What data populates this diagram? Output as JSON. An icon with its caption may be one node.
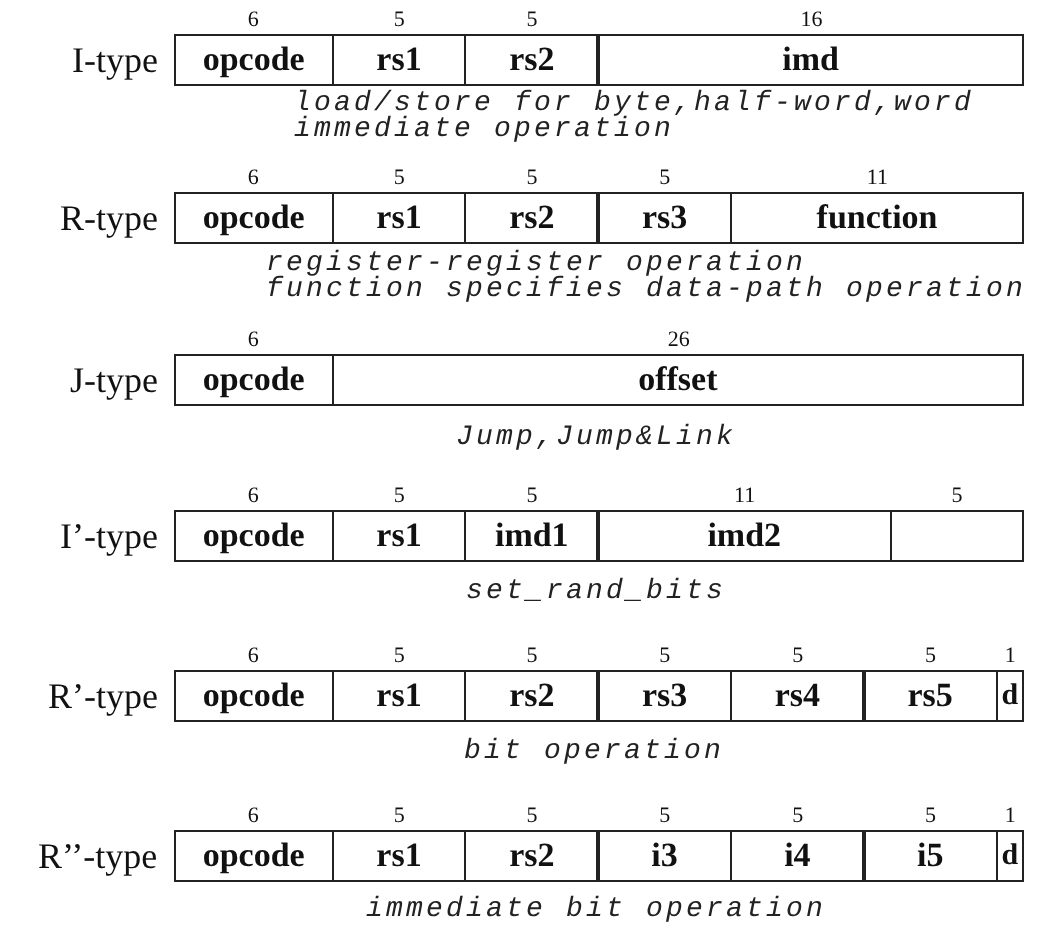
{
  "diagram": {
    "nodes": [
      {
        "text": [
          "opcode"
        ],
        "beside": [
          "6"
        ]
      },
      {
        "text": [
          "rs1"
        ],
        "beside": [
          "5"
        ]
      },
      {
        "text": [
          "rs2"
        ],
        "beside": [
          "5"
        ]
      },
      {
        "text": [
          "imd"
        ],
        "beside": [
          "16"
        ]
      },
      {
        "text": [
          "opcode"
        ],
        "beside": [
          "6"
        ]
      },
      {
        "text": [
          "rs1"
        ],
        "beside": [
          "5"
        ]
      },
      {
        "text": [
          "rs2"
        ],
        "beside": [
          "5"
        ]
      },
      {
        "text": [
          "rs3"
        ],
        "beside": [
          "5"
        ]
      },
      {
        "text": [
          "function"
        ],
        "beside": [
          "11"
        ]
      },
      {
        "text": [
          "opcode"
        ],
        "beside": [
          "6"
        ]
      },
      {
        "text": [
          "offset"
        ],
        "beside": [
          "26"
        ]
      },
      {
        "text": [
          "opcode"
        ],
        "beside": [
          "6"
        ]
      },
      {
        "text": [
          "rs1"
        ],
        "beside": [
          "5"
        ]
      },
      {
        "text": [
          "imd1"
        ],
        "beside": [
          "5"
        ]
      },
      {
        "text": [
          "imd2"
        ],
        "beside": [
          "11"
        ]
      },
      {
        "text": [],
        "shape": "box",
        "beside": [
          "5"
        ]
      },
      {
        "text": [
          "opcode"
        ],
        "beside": [
          "6"
        ]
      },
      {
        "text": [
          "rs1"
        ],
        "beside": [
          "5"
        ]
      },
      {
        "text": [
          "rs2"
        ],
        "beside": [
          "5"
        ]
      },
      {
        "text": [
          "rs3"
        ],
        "beside": [
          "5"
        ]
      },
      {
        "text": [
          "rs4"
        ],
        "beside": [
          "5"
        ]
      },
      {
        "text": [
          "rs5"
        ],
        "beside": [
          "5"
        ]
      },
      {
        "text": [
          "d"
        ],
        "beside": [
          "1"
        ]
      },
      {
        "text": [
          "opcode"
        ],
        "beside": [
          "6"
        ]
      },
      {
        "text": [
          "rs1"
        ],
        "beside": [
          "5"
        ]
      },
      {
        "text": [
          "rs2"
        ],
        "beside": [
          "5"
        ]
      },
      {
        "text": [
          "i3"
        ],
        "beside": [
          "5"
        ]
      },
      {
        "text": [
          "i4"
        ],
        "beside": [
          "5"
        ]
      },
      {
        "text": [
          "i5"
        ],
        "beside": [
          "5"
        ]
      },
      {
        "text": [
          "d"
        ],
        "beside": [
          "1"
        ]
      }
    ],
    "labels": [
      "I-type",
      "load/store for byte,half-word,word",
      "immediate operation",
      "R-type",
      "register-register operation",
      "function specifies data-path operation",
      "J-type",
      "Jump,Jump&Link",
      "I’-type",
      "set_rand_bits",
      "R’-type",
      "bit operation",
      "R’’-type",
      "immediate bit operation"
    ]
  }
}
